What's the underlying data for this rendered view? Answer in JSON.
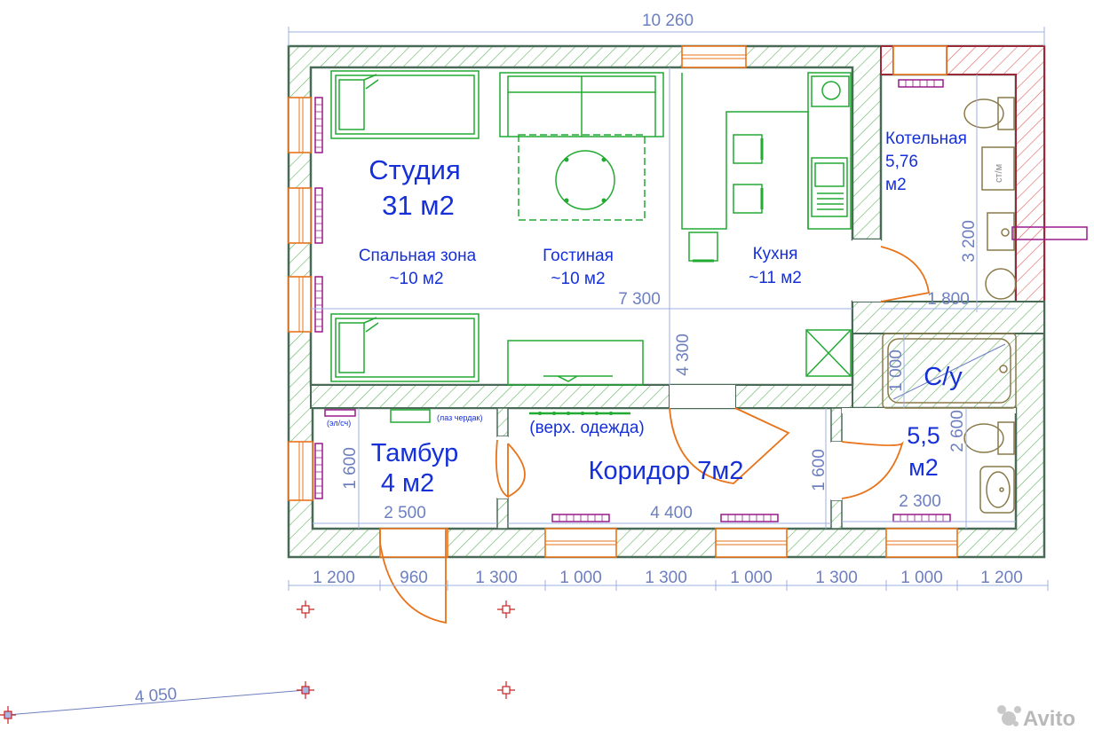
{
  "rooms": {
    "studio_name": "Студия",
    "studio_area": "31 м2",
    "sleeping_name": "Спальная зона",
    "sleeping_area": "~10 м2",
    "living_name": "Гостиная",
    "living_area": "~10 м2",
    "kitchen_name": "Кухня",
    "kitchen_area": "~11 м2",
    "boiler_name": "Котельная",
    "boiler_area_num": "5,76",
    "boiler_area_unit": "м2",
    "wc_name": "С/у",
    "wc_area_num": "5,5",
    "wc_area_unit": "м2",
    "vestibule_name": "Тамбур",
    "vestibule_area": "4 м2",
    "corridor_label": "Коридор 7м2"
  },
  "notes": {
    "outerwear": "(верх. одежда)",
    "attic_hatch": "(лаз чердак)",
    "electric_meter": "(эл/сч)",
    "washer": "ст/м"
  },
  "dimensions": {
    "overall_width": "10 260",
    "studio_width": "7 300",
    "studio_depth": "4 300",
    "boiler_depth": "3 200",
    "boiler_width": "1 800",
    "bath_width": "1 000",
    "wc_depth": "2 600",
    "wc_width": "2 300",
    "vestibule_depth": "1 600",
    "vestibule_width": "2 500",
    "corridor_depth": "1 600",
    "corridor_width": "4 400",
    "bottom_segments": [
      "1 200",
      "960",
      "1 300",
      "1 000",
      "1 300",
      "1 000",
      "1 300",
      "1 000",
      "1 200"
    ],
    "guide_length": "4 050"
  },
  "watermark": "Avito",
  "colors": {
    "wall": "#4a6a58",
    "hatch": "#5fb35f",
    "hatch_red": "#e06060",
    "furniture": "#22aa33",
    "opening": "#e8731a",
    "radiator": "#9a1a8a",
    "dimension": "#6d7fc0",
    "room_label": "#1530d8"
  }
}
